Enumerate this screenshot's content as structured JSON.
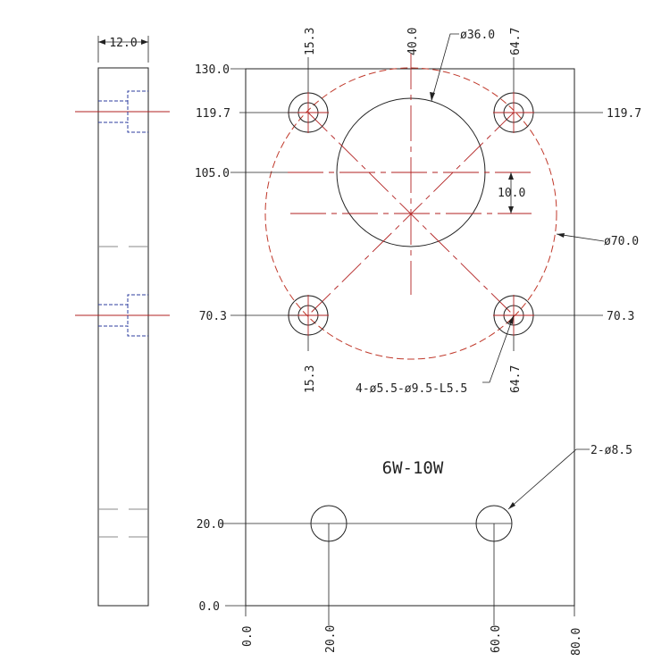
{
  "drawing": {
    "colors": {
      "outline": "#222222",
      "centerline": "#b22222",
      "pitch_circle": "#c0392b",
      "hidden_line": "#2c3e9f"
    },
    "side_view": {
      "thickness_label": "12.0"
    },
    "front_view": {
      "model_label": "6W-10W",
      "vertical_dims": {
        "top": "130.0",
        "upper_holes": "119.7",
        "bore_center": "105.0",
        "lower_holes": "70.3",
        "slots": "20.0",
        "bottom": "0.0"
      },
      "right_dims": {
        "upper_holes": "119.7",
        "lower_holes": "70.3"
      },
      "top_dims": {
        "left_holes": "15.3",
        "bore": "40.0",
        "right_holes": "64.7"
      },
      "lower_hole_dims": {
        "left": "15.3",
        "right": "64.7"
      },
      "bottom_dims": {
        "left_edge": "0.0",
        "left_slot": "20.0",
        "right_slot": "60.0",
        "right_edge": "80.0"
      },
      "callouts": {
        "bore_diameter": "ø36.0",
        "offset": "10.0",
        "pitch_circle": "ø70.0",
        "hole_spec": "4-ø5.5-ø9.5-L5.5",
        "slot_spec": "2-ø8.5"
      }
    }
  }
}
